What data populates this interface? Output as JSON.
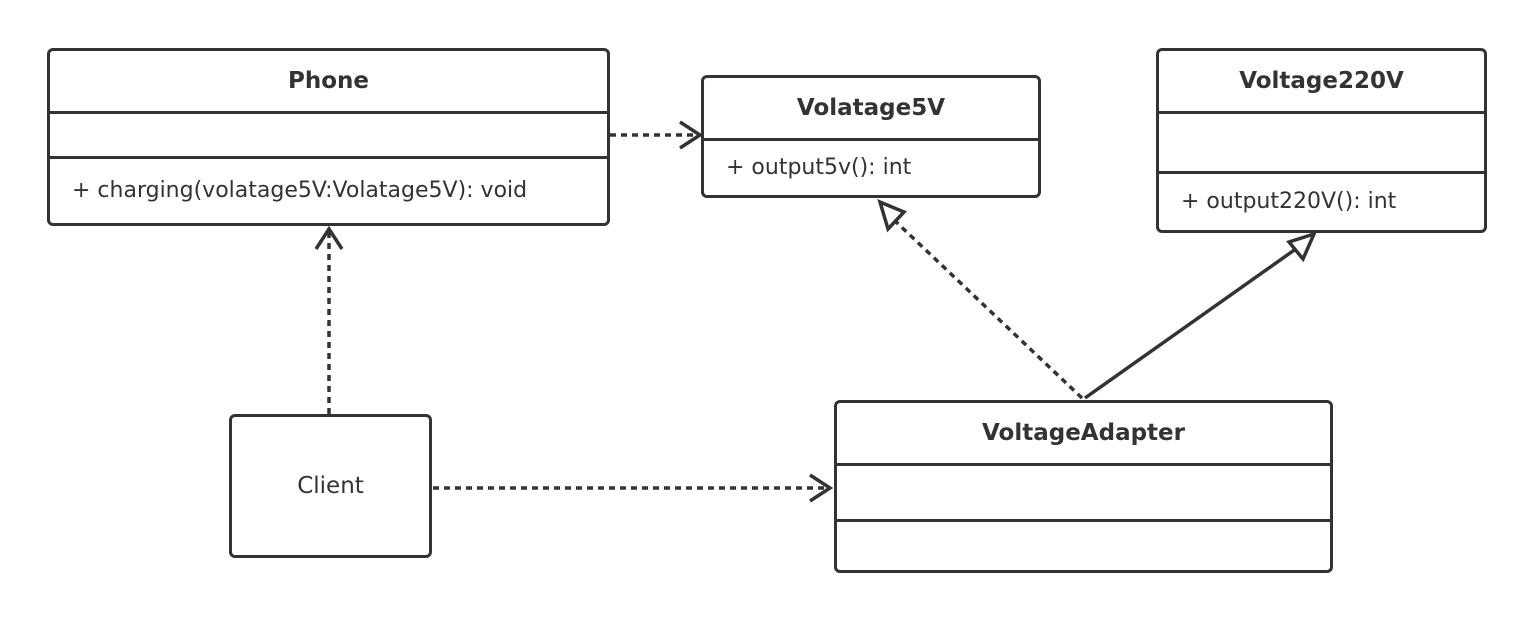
{
  "colors": {
    "stroke": "#333333",
    "background": "#ffffff"
  },
  "classes": {
    "phone": {
      "name": "Phone",
      "operations": [
        "+ charging(volatage5V:Volatage5V): void"
      ]
    },
    "volatage5v": {
      "name": "Volatage5V",
      "operations": [
        "+ output5v(): int"
      ]
    },
    "voltage220v": {
      "name": "Voltage220V",
      "operations": [
        "+ output220V(): int"
      ]
    },
    "voltage_adapter": {
      "name": "VoltageAdapter",
      "operations": []
    },
    "client": {
      "name": "Client"
    }
  },
  "relations": [
    {
      "from": "Phone",
      "to": "Volatage5V",
      "type": "dependency"
    },
    {
      "from": "Client",
      "to": "Phone",
      "type": "dependency"
    },
    {
      "from": "Client",
      "to": "VoltageAdapter",
      "type": "dependency"
    },
    {
      "from": "VoltageAdapter",
      "to": "Volatage5V",
      "type": "realization"
    },
    {
      "from": "VoltageAdapter",
      "to": "Voltage220V",
      "type": "inheritance"
    }
  ]
}
